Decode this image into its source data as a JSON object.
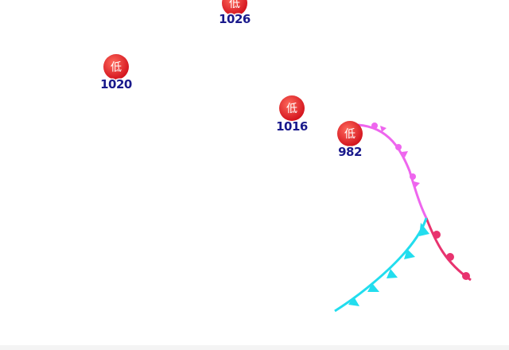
{
  "map": {
    "low_pressure_centers": [
      {
        "symbol": "低",
        "pressure": "1026"
      },
      {
        "symbol": "低",
        "pressure": "1020"
      },
      {
        "symbol": "低",
        "pressure": "1016"
      },
      {
        "symbol": "低",
        "pressure": "982"
      }
    ],
    "fronts": [
      {
        "type": "occluded",
        "color": "#ee66ee"
      },
      {
        "type": "warm",
        "color": "#e8336f"
      },
      {
        "type": "cold",
        "color": "#22ddee"
      }
    ],
    "colors": {
      "low_marker": "#e8202a",
      "label_text": "#1a1a8c",
      "background": "#ffffff"
    }
  }
}
